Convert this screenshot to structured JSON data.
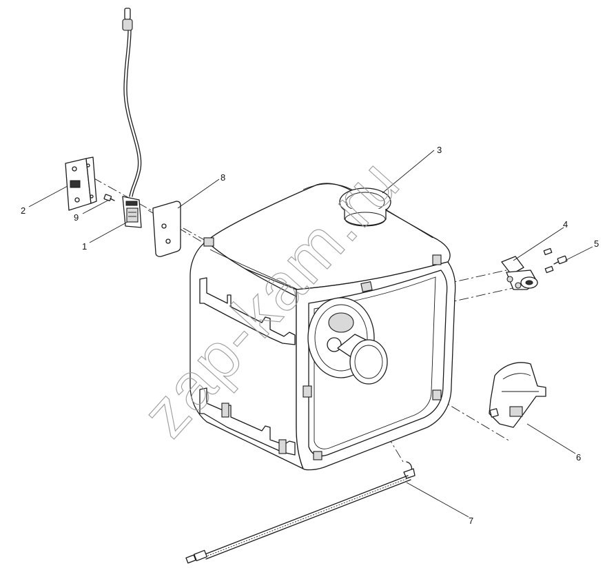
{
  "diagram": {
    "callouts": [
      "1",
      "2",
      "3",
      "4",
      "5",
      "6",
      "7",
      "8",
      "9"
    ]
  },
  "watermark": {
    "text": "zap-kam.ru",
    "color": "#9a9a9a"
  },
  "colors": {
    "line": "#1a1a1a",
    "background": "#ffffff"
  }
}
